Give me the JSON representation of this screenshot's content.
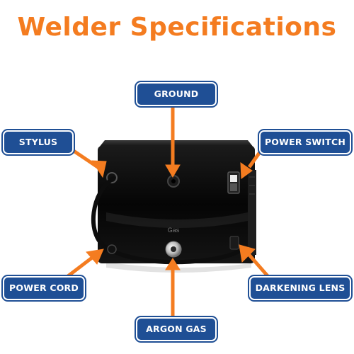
{
  "title": "Welder Specifications",
  "colors": {
    "title": "#f47c20",
    "label_bg": "#1f4f95",
    "label_text": "#ffffff",
    "arrow": "#f47c20",
    "device_body": "#0b0b0b"
  },
  "labels": {
    "ground": "GROUND",
    "stylus": "STYLUS",
    "power_switch": "POWER SWITCH",
    "power_cord": "POWER CORD",
    "darkening_lens": "DARKENING LENS",
    "argon_gas": "ARGON GAS"
  },
  "device_markings": {
    "gas": "Gas"
  }
}
